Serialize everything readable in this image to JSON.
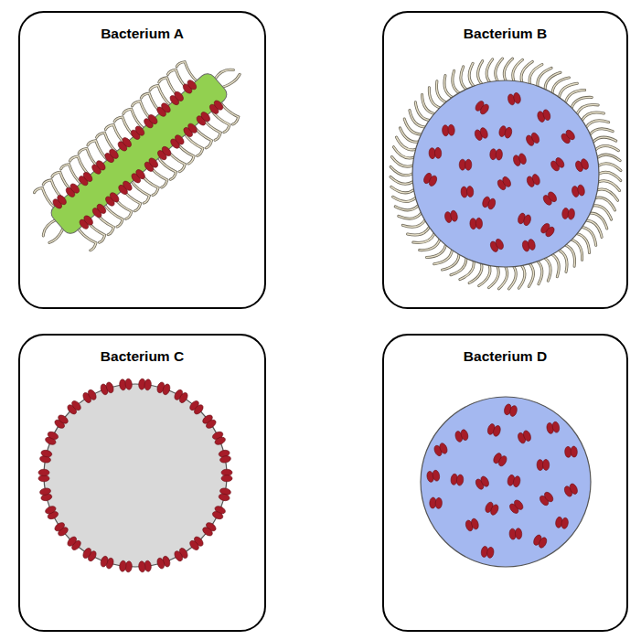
{
  "diagram": {
    "nodes": [
      {
        "text": [
          "Bacterium A"
        ]
      },
      {
        "text": [
          "Bacterium B"
        ]
      },
      {
        "text": [
          "Bacterium C"
        ]
      },
      {
        "text": [
          "Bacterium D"
        ]
      }
    ]
  }
}
